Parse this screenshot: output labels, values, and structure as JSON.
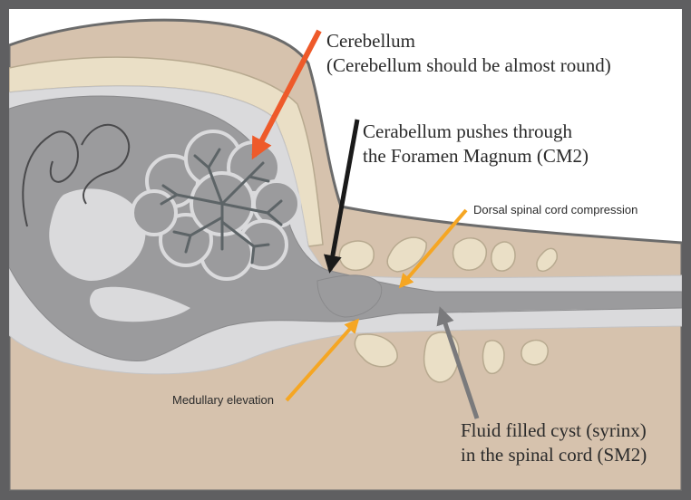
{
  "diagram": {
    "labels": {
      "cerebellum": {
        "title": "Cerebellum",
        "note": "(Cerebellum should be almost round)",
        "color": "#ee5a2a"
      },
      "foramen": {
        "line1": "Cerabellum pushes through",
        "line2": "the Foramen Magnum (CM2)",
        "color": "#1a1a1a"
      },
      "dorsal": {
        "text": "Dorsal spinal cord compression",
        "color": "#f5a623"
      },
      "medullary": {
        "text": "Medullary elevation",
        "color": "#f5a623"
      },
      "syrinx": {
        "line1": "Fluid filled cyst (syrinx)",
        "line2": "in the spinal cord (SM2)",
        "color": "#7a7a7c"
      }
    },
    "colors": {
      "frame": "#5f5f61",
      "skin": "#d6c2ad",
      "skin_outline": "#6b6b6b",
      "bone": "#eadfc6",
      "csf": "#dadadc",
      "brain": "#9b9b9d",
      "arbor": "#5d6467"
    }
  }
}
